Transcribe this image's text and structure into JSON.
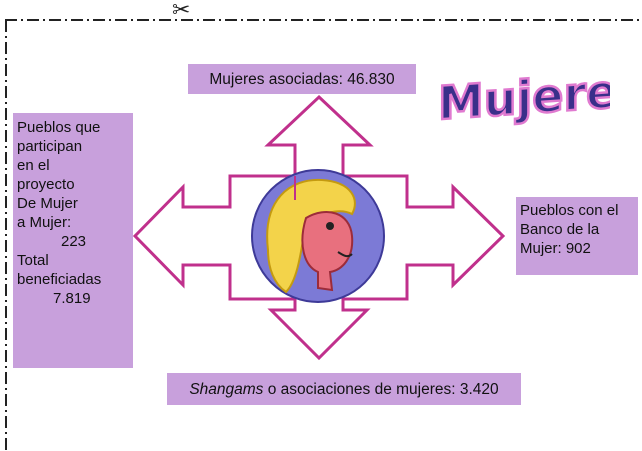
{
  "title": "Mujeres",
  "top_label": "Mujeres asociadas: 46.830",
  "bottom_label": {
    "italic_part": "Shangams",
    "rest": " o asociaciones de mujeres: 3.420"
  },
  "left_label": {
    "lines": [
      "Pueblos que",
      "participan",
      "en el",
      "proyecto",
      "De Mujer",
      "a Mujer:"
    ],
    "value1": "223",
    "lines2": [
      "Total",
      "beneficiadas"
    ],
    "value2": "7.819"
  },
  "right_label": {
    "lines": [
      "Pueblos con el",
      "Banco de la",
      "Mujer: 902"
    ]
  },
  "icons": {
    "cut_marker": "scissors-icon",
    "center_image": "woman-face-icon"
  },
  "colors": {
    "label_bg": "#c8a0dc",
    "arrow_stroke": "#c0308c",
    "border_dash": "#222222",
    "title_fill": "#3a2f8a",
    "title_outline": "#e07ad0"
  }
}
